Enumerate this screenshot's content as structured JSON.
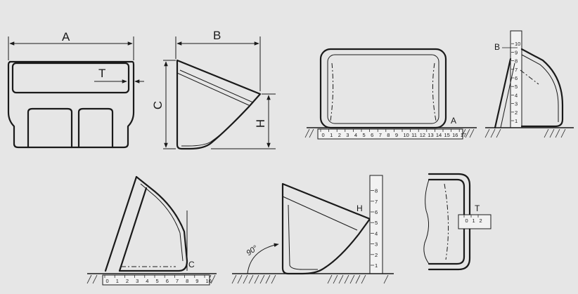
{
  "labels": {
    "width": "A",
    "depth": "B",
    "height_c": "C",
    "height_h": "H",
    "thickness": "T",
    "width_on_ruler": "A",
    "depth_on_ruler": "B",
    "height_c_on_ruler": "C",
    "height_h_on_ruler": "H",
    "thickness_on_ruler": "T",
    "right_angle": "90°"
  },
  "ruler_ticks": {
    "ruler_a": [
      "0",
      "1",
      "2",
      "3",
      "4",
      "5",
      "6",
      "7",
      "8",
      "9",
      "10",
      "11",
      "12",
      "13",
      "14",
      "15",
      "16",
      "17"
    ],
    "ruler_b": [
      "1",
      "2",
      "3",
      "4",
      "5",
      "6",
      "7",
      "8",
      "9",
      "10"
    ],
    "ruler_c": [
      "0",
      "1",
      "2",
      "3",
      "4",
      "5",
      "6",
      "7",
      "8",
      "9",
      "10"
    ],
    "ruler_h": [
      "1",
      "2",
      "3",
      "4",
      "5",
      "6",
      "7",
      "8"
    ],
    "ruler_t": [
      "0",
      "1",
      "2"
    ]
  },
  "colors": {
    "background": "#e6e6e6",
    "ink": "#1a1a1a"
  }
}
